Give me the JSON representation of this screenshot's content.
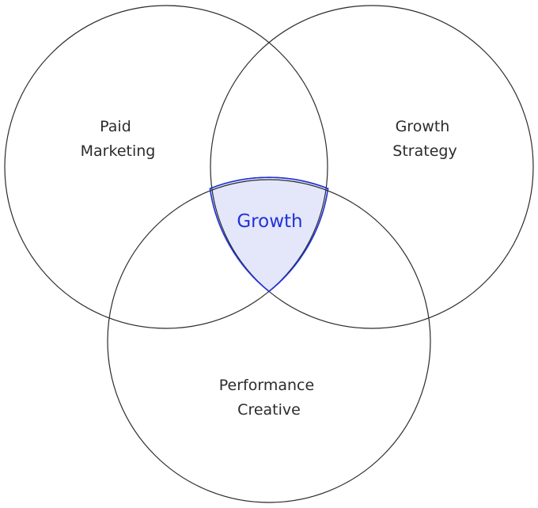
{
  "diagram": {
    "type": "venn",
    "sets": [
      {
        "id": "paid-marketing",
        "label_lines": [
          "Paid",
          "Marketing"
        ]
      },
      {
        "id": "growth-strategy",
        "label_lines": [
          "Growth",
          "Strategy"
        ]
      },
      {
        "id": "performance-creative",
        "label_lines": [
          "Performance",
          "Creative"
        ]
      }
    ],
    "intersection": {
      "sets": [
        "paid-marketing",
        "growth-strategy",
        "performance-creative"
      ],
      "label": "Growth"
    },
    "colors": {
      "outline": "#2b2b2b",
      "accent": "#2233d6",
      "accent_fill": "#e4e6fa",
      "text": "#2b2b2b"
    }
  }
}
